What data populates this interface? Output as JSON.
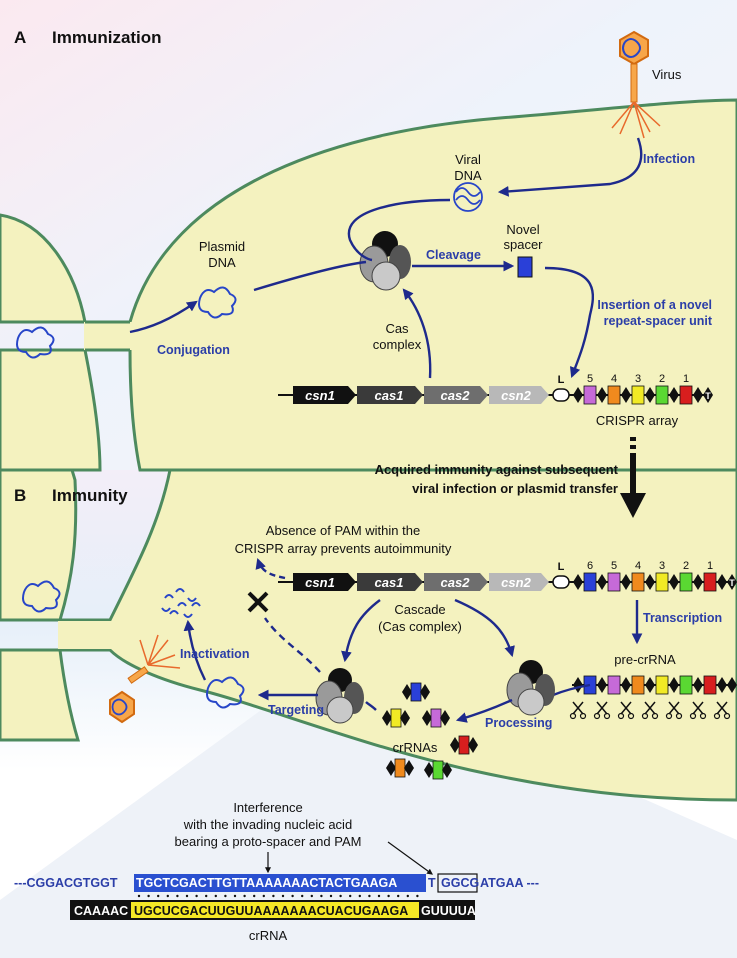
{
  "panel_a": {
    "letter": "A",
    "title": "Immunization",
    "virus": "Virus",
    "infection": "Infection",
    "viral_dna": [
      "Viral",
      "DNA"
    ],
    "plasmid_dna": [
      "Plasmid",
      "DNA"
    ],
    "conjugation": "Conjugation",
    "cleavage": "Cleavage",
    "novel_spacer": [
      "Novel",
      "spacer"
    ],
    "insertion": [
      "Insertion of a novel",
      "repeat-spacer unit"
    ],
    "cas_complex": [
      "Cas",
      "complex"
    ],
    "genes": [
      "csn1",
      "cas1",
      "cas2",
      "csn2"
    ],
    "leader": "L",
    "spacer_numbers": [
      "5",
      "4",
      "3",
      "2",
      "1"
    ],
    "terminator": "T",
    "crispr_array": "CRISPR array"
  },
  "transition": [
    "Acquired immunity against subsequent",
    "viral infection or plasmid transfer"
  ],
  "panel_b": {
    "letter": "B",
    "title": "Immunity",
    "absence_pam": [
      "Absence of PAM within the",
      "CRISPR array prevents autoimmunity"
    ],
    "genes": [
      "csn1",
      "cas1",
      "cas2",
      "csn2"
    ],
    "leader": "L",
    "spacer_numbers": [
      "6",
      "5",
      "4",
      "3",
      "2",
      "1"
    ],
    "terminator": "T",
    "transcription": "Transcription",
    "cascade": [
      "Cascade",
      "(Cas complex)"
    ],
    "pre_crrna": "pre-crRNA",
    "inactivation": "Inactivation",
    "targeting": "Targeting",
    "processing": "Processing",
    "crrnas": "crRNAs"
  },
  "interference": {
    "caption": [
      "Interference",
      "with the invading nucleic acid",
      "bearing a proto-spacer and PAM"
    ],
    "dna_left": "---CGGACGTGGT",
    "dna_protospacer": "TGCTCGACTTGTTAAAAAAACTACTGAAGA",
    "dna_t": "T",
    "dna_pam": "GGCG",
    "dna_right": "ATGAA ---",
    "rna_left": "CAAAAC",
    "rna_spacer": "UGCUCGACUUGUUAAAAAAACUACUGAAGA",
    "rna_right": "GUUUUA",
    "crrna_label": "crRNA"
  },
  "colors": {
    "cell": "#f4f2bf",
    "membrane": "#4d8a5e",
    "arrow": "#1e2a8c",
    "label_blue": "#2b3ea8",
    "spacers": [
      "#2a40d8",
      "#c66ad8",
      "#f08a1e",
      "#f1ea25",
      "#5ad832",
      "#d81e1e"
    ]
  }
}
